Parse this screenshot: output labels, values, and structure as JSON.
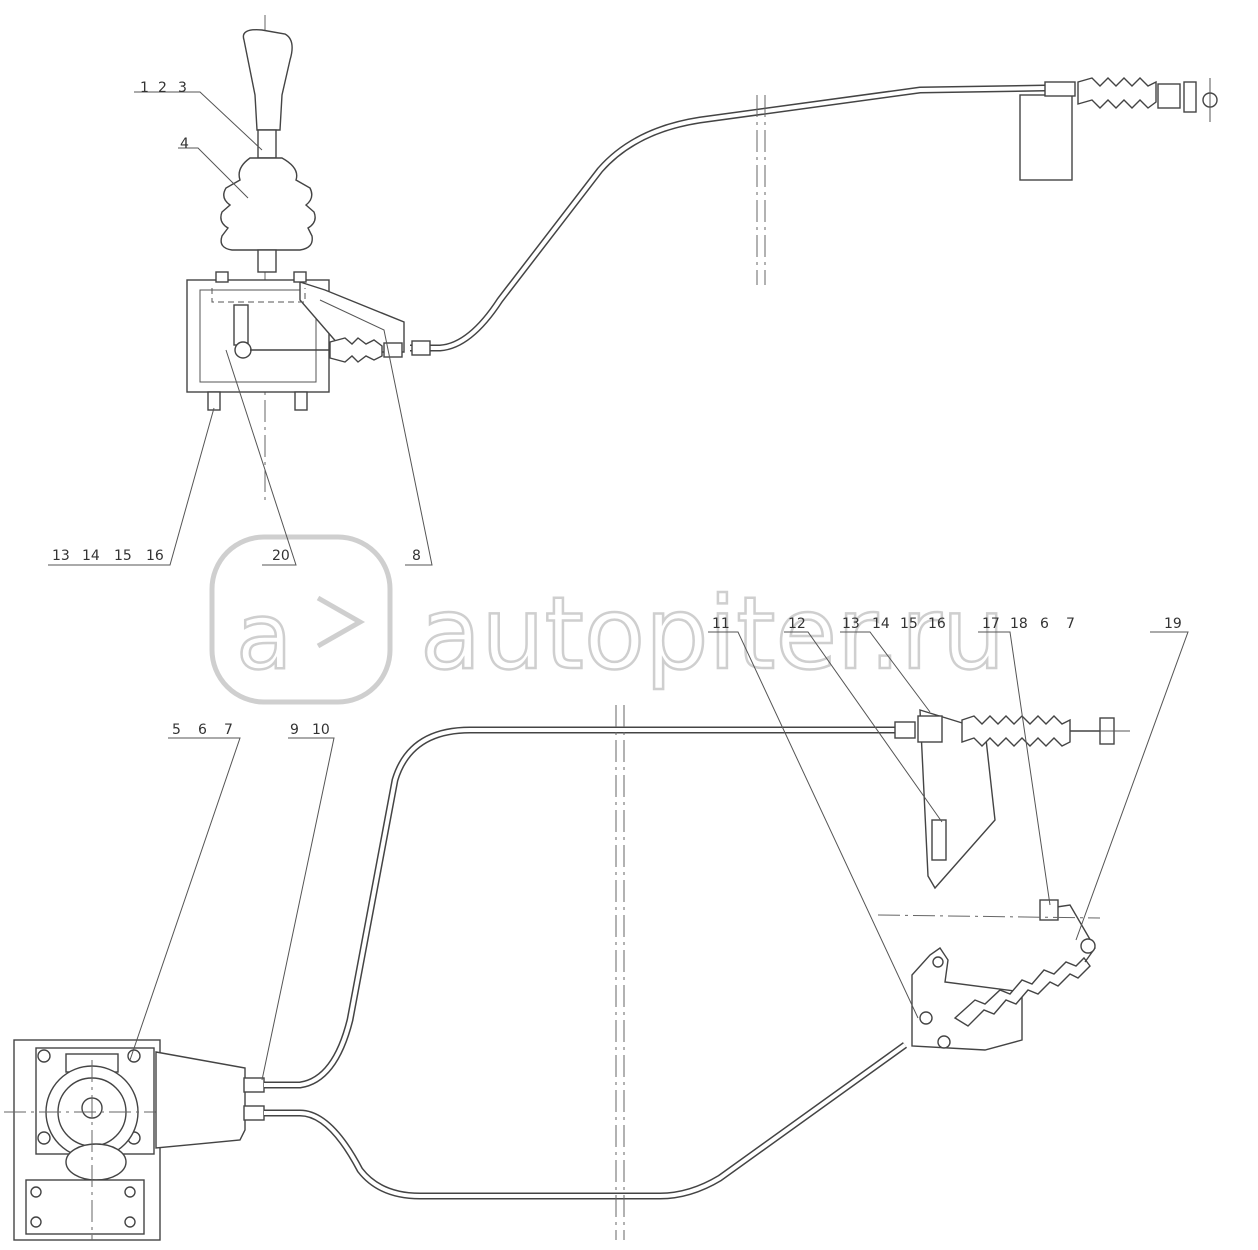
{
  "watermark": {
    "text": "autopiter.ru"
  },
  "callouts": {
    "top_1_2_3": [
      "1",
      "2",
      "3"
    ],
    "top_4": "4",
    "top_13_16": [
      "13",
      "14",
      "15",
      "16"
    ],
    "top_20": "20",
    "top_8": "8",
    "bot_5_6_7": [
      "5",
      "6",
      "7"
    ],
    "bot_9_10": [
      "9",
      "10"
    ],
    "bot_11": "11",
    "bot_12": "12",
    "bot_13_16": [
      "13",
      "14",
      "15",
      "16"
    ],
    "bot_17_18_6_7": [
      "17",
      "18",
      "6",
      "7"
    ],
    "bot_19": "19"
  }
}
